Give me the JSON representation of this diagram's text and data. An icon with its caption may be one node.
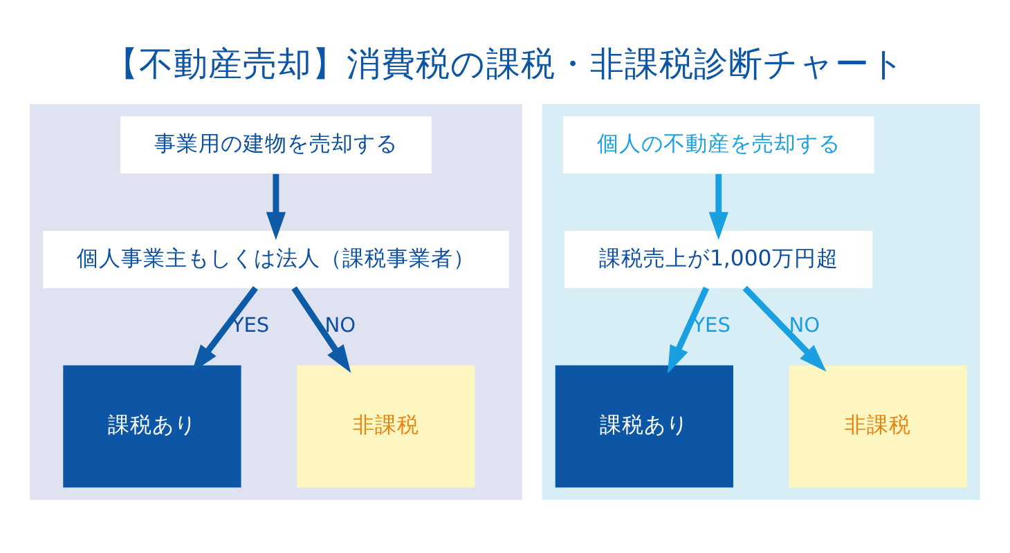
{
  "diagram": {
    "title": "【不動産売却】消費税の課税・非課税診断チャート",
    "nodes": [
      {
        "text": [],
        "shape": "box"
      },
      {
        "text": [
          "事業用の建物を売却する"
        ],
        "in": 0
      },
      {
        "text": [
          "個人事業主もしくは法人（課税事業者）"
        ],
        "in": 0
      },
      {
        "text": [
          "課税あり"
        ],
        "in": 0
      },
      {
        "text": [
          "非課税"
        ],
        "in": 0
      },
      {
        "text": [],
        "shape": "box"
      },
      {
        "text": [
          "個人の不動産を売却する"
        ],
        "in": 5
      },
      {
        "text": [
          "課税売上が1,000万円超"
        ],
        "in": 5
      },
      {
        "text": [
          "課税あり"
        ],
        "in": 5
      },
      {
        "text": [
          "非課税"
        ],
        "in": 5
      }
    ],
    "edges": [
      {
        "from": 1,
        "to": 2,
        "arrow": "to"
      },
      {
        "from": 2,
        "to": 3,
        "arrow": "to",
        "label": "YES"
      },
      {
        "from": 2,
        "to": 4,
        "arrow": "to",
        "label": "NO"
      },
      {
        "from": 6,
        "to": 7,
        "arrow": "to",
        "color": "#1a9fe0"
      },
      {
        "from": 7,
        "to": 8,
        "arrow": "to",
        "label": "YES",
        "color": "#1a9fe0"
      },
      {
        "from": 7,
        "to": 9,
        "arrow": "to",
        "label": "NO",
        "color": "#1a9fe0"
      }
    ]
  }
}
